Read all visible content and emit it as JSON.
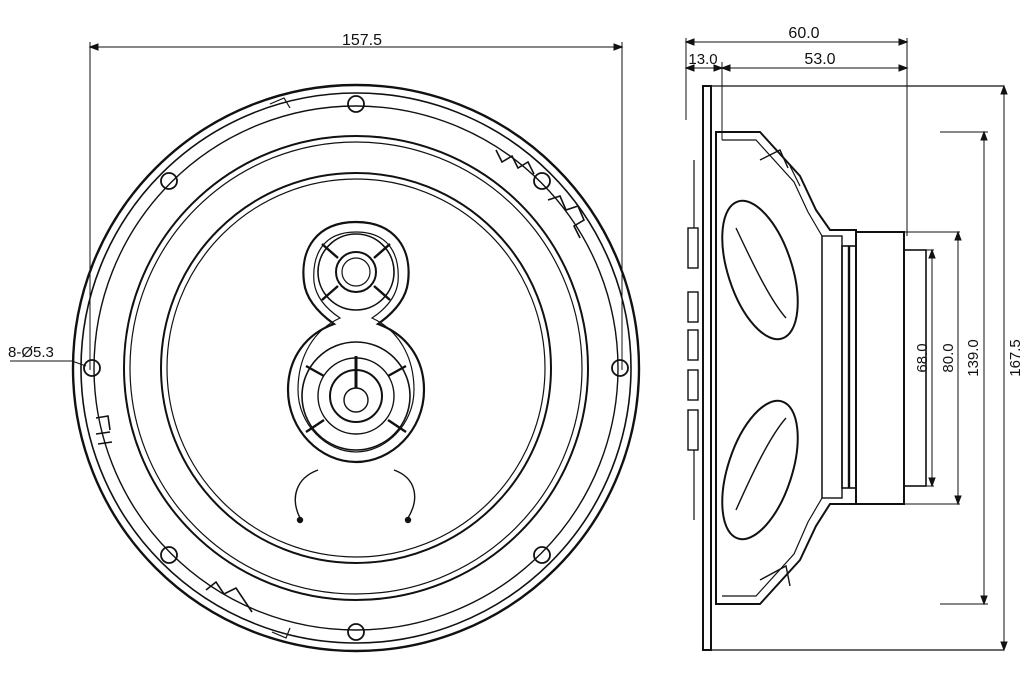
{
  "dimensions": {
    "front_width": "157.5",
    "hole_spec": "8-Ø5.3",
    "depth_total": "60.0",
    "depth_flange": "13.0",
    "depth_body": "53.0",
    "magnet_dia": "68.0",
    "frame_dia_small": "80.0",
    "frame_dia": "139.0",
    "outer_dia": "167.5"
  },
  "colors": {
    "line": "#111111",
    "background": "#ffffff"
  }
}
